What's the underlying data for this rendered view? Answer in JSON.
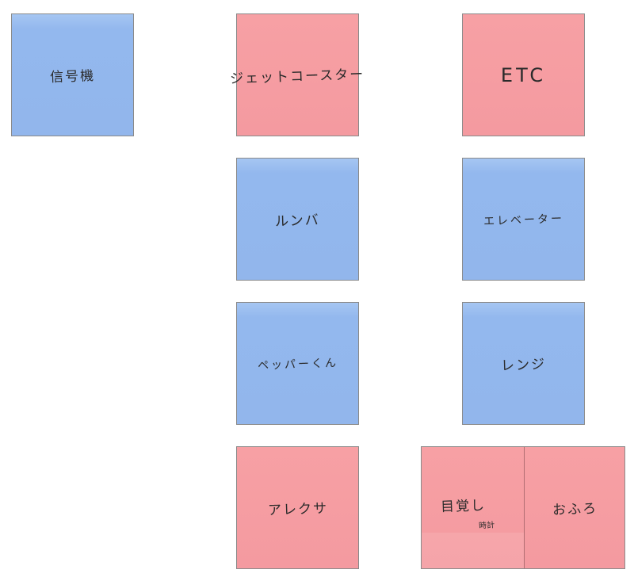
{
  "notes": {
    "n1": {
      "text": "信号機",
      "color": "blue"
    },
    "n2": {
      "text": "ジェットコースター",
      "color": "pink"
    },
    "n3": {
      "text": "ETC",
      "color": "pink"
    },
    "n4": {
      "text": "ルンバ",
      "color": "blue"
    },
    "n5": {
      "text": "エレベーター",
      "color": "blue"
    },
    "n6": {
      "text": "ペッパーくん",
      "color": "blue"
    },
    "n7": {
      "text": "レンジ",
      "color": "blue"
    },
    "n8": {
      "text": "アレクサ",
      "color": "pink"
    },
    "n9": {
      "left_text": "目覚し",
      "left_subtext": "時計",
      "right_text": "おふろ",
      "color": "pink"
    }
  },
  "colors": {
    "blue": "#93b8ee",
    "pink": "#f49aa0"
  }
}
